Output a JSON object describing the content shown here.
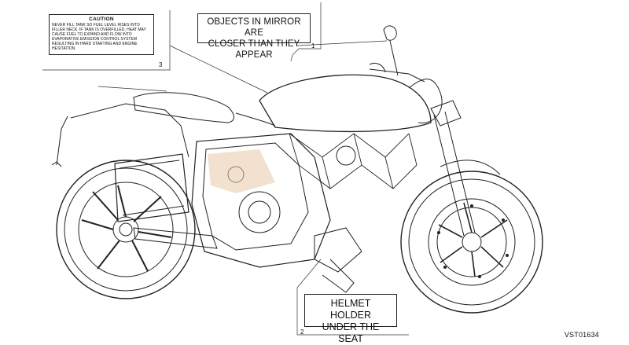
{
  "labels": {
    "caution": {
      "title": "CAUTION",
      "text": "NEVER FILL TANK SO FUEL LEVEL RISES INTO FILLER NECK. IF TANK IS OVERFILLED, HEAT MAY CAUSE FUEL TO EXPAND AND FLOW INTO EVAPORATIVE EMISSION CONTROL SYSTEM RESULTING IN HARD STARTING AND ENGINE HESITATION."
    },
    "mirror": {
      "line1": "OBJECTS IN MIRROR ARE",
      "line2": "CLOSER THAN THEY APPEAR"
    },
    "helmet": {
      "line1": "HELMET HOLDER",
      "line2": "UNDER THE SEAT"
    }
  },
  "callouts": {
    "c1": "1",
    "c2": "2",
    "c3": "3"
  },
  "reference": "VST01634",
  "colors": {
    "line": "#222222",
    "engine_highlight": "#e8c8a8",
    "watermark": "#d9d9d9"
  }
}
